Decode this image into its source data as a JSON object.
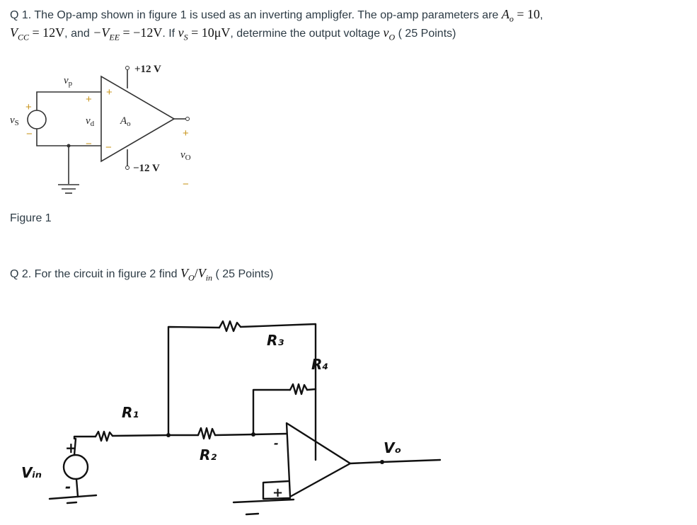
{
  "q1": {
    "line1_prefix": "Q 1. The Op-amp shown in figure 1 is used as an inverting ampligfer. The op-amp parameters are ",
    "ao_symbol": "A",
    "ao_sub": "o",
    "ao_value": " = 10",
    "line1_suffix": ",",
    "vcc_symbol": "V",
    "vcc_sub": "CC",
    "vcc_value": " = 12V",
    "and_text": ", and ",
    "vee_symbol": "−V",
    "vee_sub": "EE",
    "vee_value": " = −12V",
    "if_text": ". If ",
    "vs_symbol": "v",
    "vs_sub": "S",
    "vs_value": " = 10μV",
    "determine_text": ", determine the output voltage ",
    "vo_symbol": "v",
    "vo_sub": "O",
    "points": " ( 25 Points)"
  },
  "figure1": {
    "caption": "Figure 1",
    "labels": {
      "vcc": "+12 V",
      "vee": "−12 V",
      "vp": "v",
      "vp_sub": "p",
      "vd": "v",
      "vd_sub": "d",
      "vs": "v",
      "vs_sub": "S",
      "vo": "v",
      "vo_sub": "O",
      "ao": "A",
      "ao_sub": "o",
      "plus": "+",
      "minus": "−"
    },
    "accent_color": "#c8961e"
  },
  "q2": {
    "prefix": "Q 2. For the circuit in figure 2 find ",
    "vo_symbol": "V",
    "vo_sub": "O",
    "slash": "/",
    "vin_symbol": "V",
    "vin_sub": "in",
    "points": " ( 25 Points)"
  },
  "figure2": {
    "labels": {
      "r1": "R₁",
      "r2": "R₂",
      "r3": "R₃",
      "r4": "R₄",
      "vin": "Vᵢₙ",
      "vo": "Vₒ",
      "plus": "+",
      "minus": "-"
    }
  }
}
